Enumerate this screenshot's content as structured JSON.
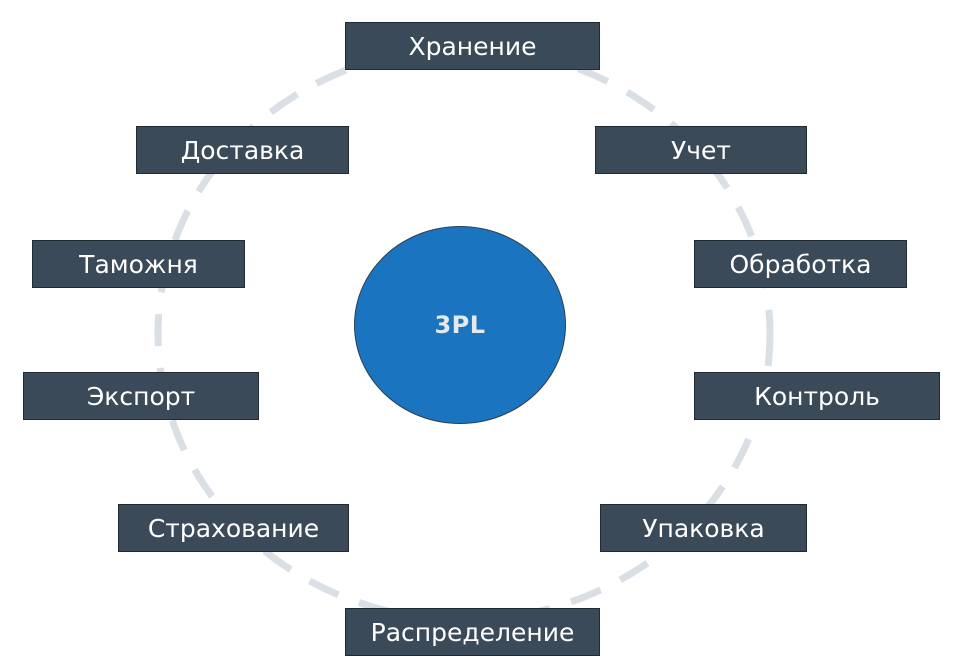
{
  "diagram": {
    "center": {
      "label": "3PL"
    },
    "nodes": [
      {
        "id": "storage",
        "label": "Хранение"
      },
      {
        "id": "accounting",
        "label": "Учет"
      },
      {
        "id": "processing",
        "label": "Обработка"
      },
      {
        "id": "control",
        "label": "Контроль"
      },
      {
        "id": "packing",
        "label": "Упаковка"
      },
      {
        "id": "distribution",
        "label": "Распределение"
      },
      {
        "id": "insurance",
        "label": "Страхование"
      },
      {
        "id": "export",
        "label": "Экспорт"
      },
      {
        "id": "customs",
        "label": "Таможня"
      },
      {
        "id": "delivery",
        "label": "Доставка"
      }
    ]
  },
  "colors": {
    "hub_fill": "#1b74bf",
    "hub_text": "#e4e9ee",
    "node_fill": "#3a4a58",
    "node_text": "#ffffff",
    "ring": "#d9dfe4"
  }
}
